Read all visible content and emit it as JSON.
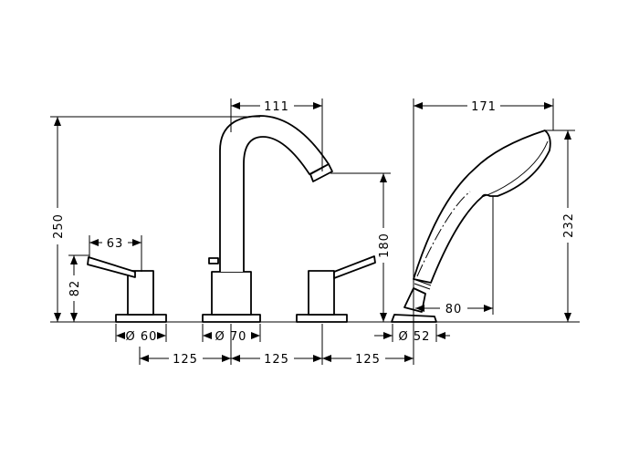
{
  "title": "Bath mixer 4-hole with hand shower – dimension drawing",
  "dimensions": {
    "spout_reach": "111",
    "total_height": "250",
    "handle_reach": "63",
    "handle_height": "82",
    "spout_outlet_height": "180",
    "shower_length": "171",
    "shower_height": "232",
    "shower_offset": "80",
    "handle_base_diameter": "Ø 60",
    "spout_base_diameter": "Ø 70",
    "shower_base_diameter": "Ø 52",
    "spacing_1": "125",
    "spacing_2": "125",
    "spacing_3": "125"
  },
  "colors": {
    "line": "#000000",
    "background": "#ffffff"
  }
}
